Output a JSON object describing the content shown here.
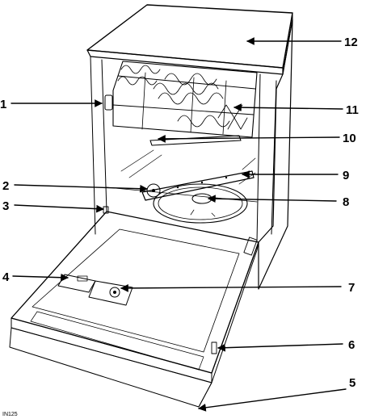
{
  "callouts": [
    "1",
    "2",
    "3",
    "4",
    "5",
    "6",
    "7",
    "8",
    "9",
    "10",
    "11",
    "12"
  ],
  "figure_code": "IN125"
}
